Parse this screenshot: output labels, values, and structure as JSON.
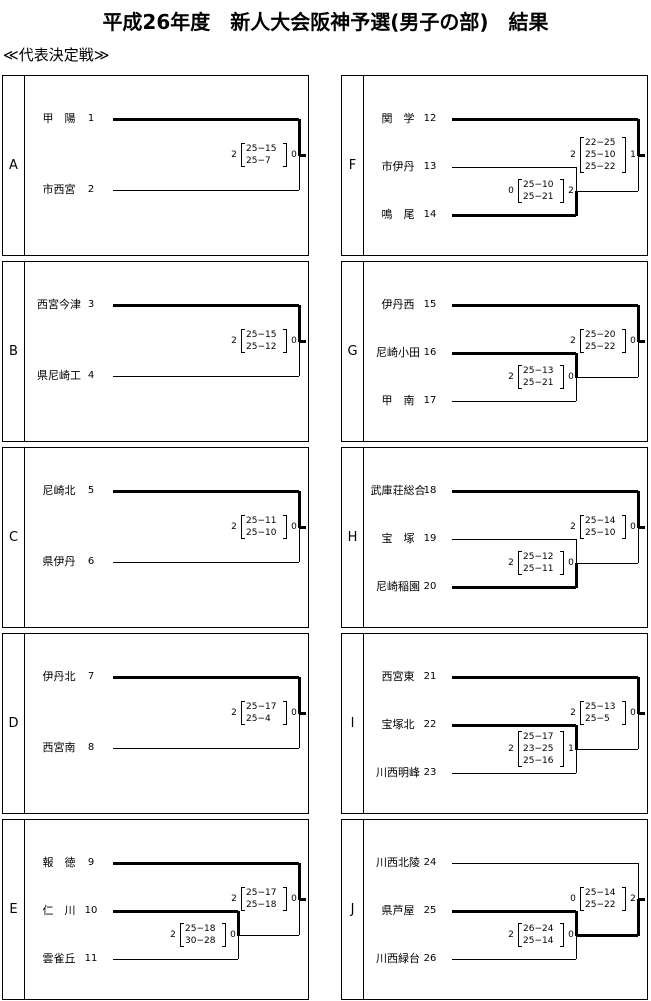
{
  "title": "平成26年度　新人大会阪神予選(男子の部)　結果",
  "subtitle": "≪代表決定戦≫",
  "blocks": [
    {
      "letter": "A",
      "teams": [
        {
          "name": "甲　陽",
          "seed": "1"
        },
        {
          "name": "市西宮",
          "seed": "2"
        }
      ],
      "matches": [
        {
          "a": 0,
          "b": 1,
          "winner": 0,
          "wins_a": "2",
          "wins_b": "0",
          "sets": [
            "25−15",
            "25−7"
          ]
        }
      ]
    },
    {
      "letter": "B",
      "teams": [
        {
          "name": "西宮今津",
          "seed": "3"
        },
        {
          "name": "県尼崎工",
          "seed": "4"
        }
      ],
      "matches": [
        {
          "a": 0,
          "b": 1,
          "winner": 0,
          "wins_a": "2",
          "wins_b": "0",
          "sets": [
            "25−15",
            "25−12"
          ]
        }
      ]
    },
    {
      "letter": "C",
      "teams": [
        {
          "name": "尼崎北",
          "seed": "5"
        },
        {
          "name": "県伊丹",
          "seed": "6"
        }
      ],
      "matches": [
        {
          "a": 0,
          "b": 1,
          "winner": 0,
          "wins_a": "2",
          "wins_b": "0",
          "sets": [
            "25−11",
            "25−10"
          ]
        }
      ]
    },
    {
      "letter": "D",
      "teams": [
        {
          "name": "伊丹北",
          "seed": "7"
        },
        {
          "name": "西宮南",
          "seed": "8"
        }
      ],
      "matches": [
        {
          "a": 0,
          "b": 1,
          "winner": 0,
          "wins_a": "2",
          "wins_b": "0",
          "sets": [
            "25−17",
            "25−4"
          ]
        }
      ]
    },
    {
      "letter": "E",
      "teams": [
        {
          "name": "報　徳",
          "seed": "9"
        },
        {
          "name": "仁　川",
          "seed": "10"
        },
        {
          "name": "雲雀丘",
          "seed": "11"
        }
      ],
      "matches": [
        {
          "a": 1,
          "b": 2,
          "winner": 1,
          "wins_a": "2",
          "wins_b": "0",
          "sets": [
            "25−18",
            "30−28"
          ]
        },
        {
          "a": 0,
          "b": "m0",
          "winner": 0,
          "wins_a": "2",
          "wins_b": "0",
          "sets": [
            "25−17",
            "25−18"
          ]
        }
      ]
    },
    {
      "letter": "F",
      "teams": [
        {
          "name": "関　学",
          "seed": "12"
        },
        {
          "name": "市伊丹",
          "seed": "13"
        },
        {
          "name": "鳴　尾",
          "seed": "14"
        }
      ],
      "matches": [
        {
          "a": 1,
          "b": 2,
          "winner": 2,
          "wins_a": "0",
          "wins_b": "2",
          "sets": [
            "25−10",
            "25−21"
          ]
        },
        {
          "a": 0,
          "b": "m0",
          "winner": 0,
          "wins_a": "2",
          "wins_b": "1",
          "sets": [
            "22−25",
            "25−10",
            "25−22"
          ]
        }
      ]
    },
    {
      "letter": "G",
      "teams": [
        {
          "name": "伊丹西",
          "seed": "15"
        },
        {
          "name": "尼崎小田",
          "seed": "16"
        },
        {
          "name": "甲　南",
          "seed": "17"
        }
      ],
      "matches": [
        {
          "a": 1,
          "b": 2,
          "winner": 1,
          "wins_a": "2",
          "wins_b": "0",
          "sets": [
            "25−13",
            "25−21"
          ]
        },
        {
          "a": 0,
          "b": "m0",
          "winner": 0,
          "wins_a": "2",
          "wins_b": "0",
          "sets": [
            "25−20",
            "25−22"
          ]
        }
      ]
    },
    {
      "letter": "H",
      "teams": [
        {
          "name": "武庫荘総合",
          "seed": "18"
        },
        {
          "name": "宝　塚",
          "seed": "19"
        },
        {
          "name": "尼崎稲園",
          "seed": "20"
        }
      ],
      "matches": [
        {
          "a": 1,
          "b": 2,
          "winner": 2,
          "wins_a": "2",
          "wins_b": "0",
          "sets": [
            "25−12",
            "25−11"
          ]
        },
        {
          "a": 0,
          "b": "m0",
          "winner": 0,
          "wins_a": "2",
          "wins_b": "0",
          "sets": [
            "25−14",
            "25−10"
          ]
        }
      ]
    },
    {
      "letter": "I",
      "teams": [
        {
          "name": "西宮東",
          "seed": "21"
        },
        {
          "name": "宝塚北",
          "seed": "22"
        },
        {
          "name": "川西明峰",
          "seed": "23"
        }
      ],
      "matches": [
        {
          "a": 1,
          "b": 2,
          "winner": 1,
          "wins_a": "2",
          "wins_b": "1",
          "sets": [
            "25−17",
            "23−25",
            "25−16"
          ]
        },
        {
          "a": 0,
          "b": "m0",
          "winner": 0,
          "wins_a": "2",
          "wins_b": "0",
          "sets": [
            "25−13",
            "25−5"
          ]
        }
      ]
    },
    {
      "letter": "J",
      "teams": [
        {
          "name": "川西北陵",
          "seed": "24"
        },
        {
          "name": "県芦屋",
          "seed": "25"
        },
        {
          "name": "川西緑台",
          "seed": "26"
        }
      ],
      "matches": [
        {
          "a": 1,
          "b": 2,
          "winner": 1,
          "wins_a": "2",
          "wins_b": "0",
          "sets": [
            "26−24",
            "25−14"
          ]
        },
        {
          "a": 0,
          "b": "m0",
          "winner": 1,
          "wins_a": "0",
          "wins_b": "2",
          "sets": [
            "25−14",
            "25−22"
          ]
        }
      ]
    }
  ]
}
